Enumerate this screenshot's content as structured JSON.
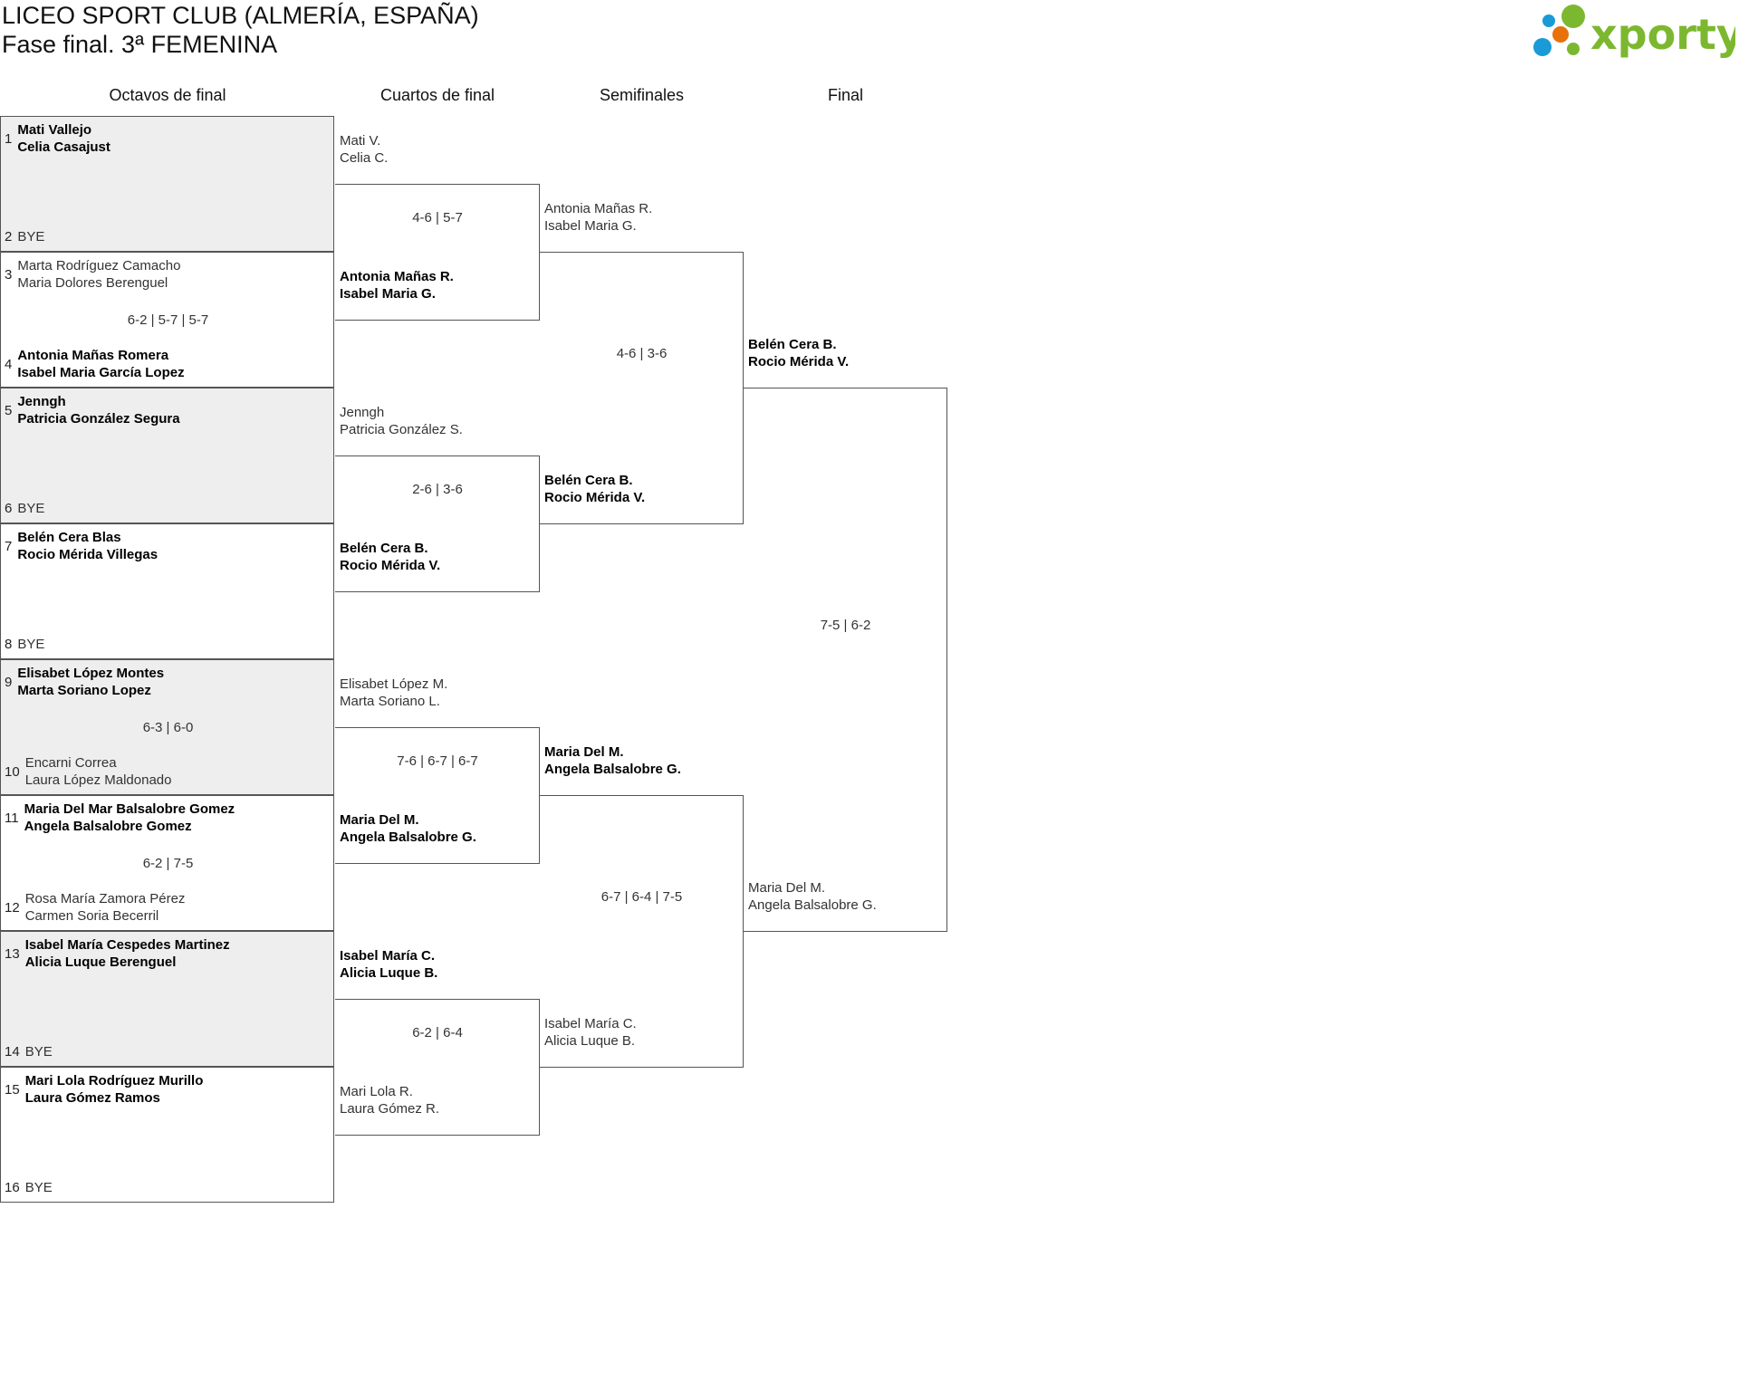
{
  "header": {
    "title_line1": "LICEO SPORT CLUB (ALMERÍA, ESPAÑA)",
    "title_line2": "Fase final. 3ª FEMENINA",
    "logo_text": "xporty"
  },
  "colors": {
    "logo_green": "#7cb82f",
    "logo_blue": "#1a9ad6",
    "logo_orange": "#e8710a",
    "shade": "#eeeeee"
  },
  "rounds": [
    "Octavos de final",
    "Cuartos de final",
    "Semifinales",
    "Final"
  ],
  "octavos": {
    "slots": [
      {
        "num": "1",
        "lines": [
          "Mati Vallejo",
          "Celia Casajust"
        ],
        "bold": true
      },
      {
        "num": "2",
        "lines": [
          "BYE"
        ],
        "bold": false
      },
      {
        "num": "3",
        "lines": [
          "Marta Rodríguez Camacho",
          "Maria Dolores Berenguel"
        ],
        "bold": false
      },
      {
        "num": "4",
        "lines": [
          "Antonia Mañas Romera",
          "Isabel Maria García Lopez"
        ],
        "bold": true
      },
      {
        "num": "5",
        "lines": [
          "Jenngh",
          "Patricia González Segura"
        ],
        "bold": true
      },
      {
        "num": "6",
        "lines": [
          "BYE"
        ],
        "bold": false
      },
      {
        "num": "7",
        "lines": [
          "Belén Cera Blas",
          "Rocio Mérida Villegas"
        ],
        "bold": true
      },
      {
        "num": "8",
        "lines": [
          "BYE"
        ],
        "bold": false
      },
      {
        "num": "9",
        "lines": [
          "Elisabet López Montes",
          "Marta Soriano Lopez"
        ],
        "bold": true
      },
      {
        "num": "10",
        "lines": [
          "Encarni Correa",
          "Laura López Maldonado"
        ],
        "bold": false
      },
      {
        "num": "11",
        "lines": [
          "Maria Del Mar Balsalobre Gomez",
          "Angela Balsalobre Gomez"
        ],
        "bold": true
      },
      {
        "num": "12",
        "lines": [
          "Rosa María Zamora Pérez",
          "Carmen Soria Becerril"
        ],
        "bold": false
      },
      {
        "num": "13",
        "lines": [
          "Isabel María Cespedes Martinez",
          "Alicia Luque Berenguel"
        ],
        "bold": true
      },
      {
        "num": "14",
        "lines": [
          "BYE"
        ],
        "bold": false
      },
      {
        "num": "15",
        "lines": [
          "Mari Lola Rodríguez Murillo",
          "Laura Gómez Ramos"
        ],
        "bold": true
      },
      {
        "num": "16",
        "lines": [
          "BYE"
        ],
        "bold": false
      }
    ],
    "scores": [
      "",
      "6-2 | 5-7 | 5-7",
      "",
      "",
      "6-3 | 6-0",
      "6-2 | 7-5",
      "",
      ""
    ]
  },
  "cuartos": [
    {
      "top": {
        "lines": [
          "Mati V.",
          "Celia C."
        ],
        "bold": false
      },
      "bottom": {
        "lines": [
          "Antonia Mañas R.",
          "Isabel Maria G."
        ],
        "bold": true
      },
      "score": "4-6 | 5-7"
    },
    {
      "top": {
        "lines": [
          "Jenngh",
          "Patricia González S."
        ],
        "bold": false
      },
      "bottom": {
        "lines": [
          "Belén Cera B.",
          "Rocio Mérida V."
        ],
        "bold": true
      },
      "score": "2-6 | 3-6"
    },
    {
      "top": {
        "lines": [
          "Elisabet López M.",
          "Marta Soriano L."
        ],
        "bold": false
      },
      "bottom": {
        "lines": [
          "Maria Del M.",
          "Angela Balsalobre G."
        ],
        "bold": true
      },
      "score": "7-6 | 6-7 | 6-7"
    },
    {
      "top": {
        "lines": [
          "Isabel María C.",
          "Alicia Luque B."
        ],
        "bold": true
      },
      "bottom": {
        "lines": [
          "Mari Lola R.",
          "Laura Gómez R."
        ],
        "bold": false
      },
      "score": "6-2 | 6-4"
    }
  ],
  "semifinales": [
    {
      "top": {
        "lines": [
          "Antonia Mañas R.",
          "Isabel Maria G."
        ],
        "bold": false
      },
      "bottom": {
        "lines": [
          "Belén Cera B.",
          "Rocio Mérida V."
        ],
        "bold": true
      },
      "score": "4-6 | 3-6"
    },
    {
      "top": {
        "lines": [
          "Maria Del M.",
          "Angela Balsalobre G."
        ],
        "bold": true
      },
      "bottom": {
        "lines": [
          "Isabel María C.",
          "Alicia Luque B."
        ],
        "bold": false
      },
      "score": "6-7 | 6-4 | 7-5"
    }
  ],
  "final": [
    {
      "top": {
        "lines": [
          "Belén Cera B.",
          "Rocio Mérida V."
        ],
        "bold": true
      },
      "bottom": {
        "lines": [
          "Maria Del M.",
          "Angela Balsalobre G."
        ],
        "bold": false
      },
      "score": "7-5 | 6-2"
    }
  ]
}
